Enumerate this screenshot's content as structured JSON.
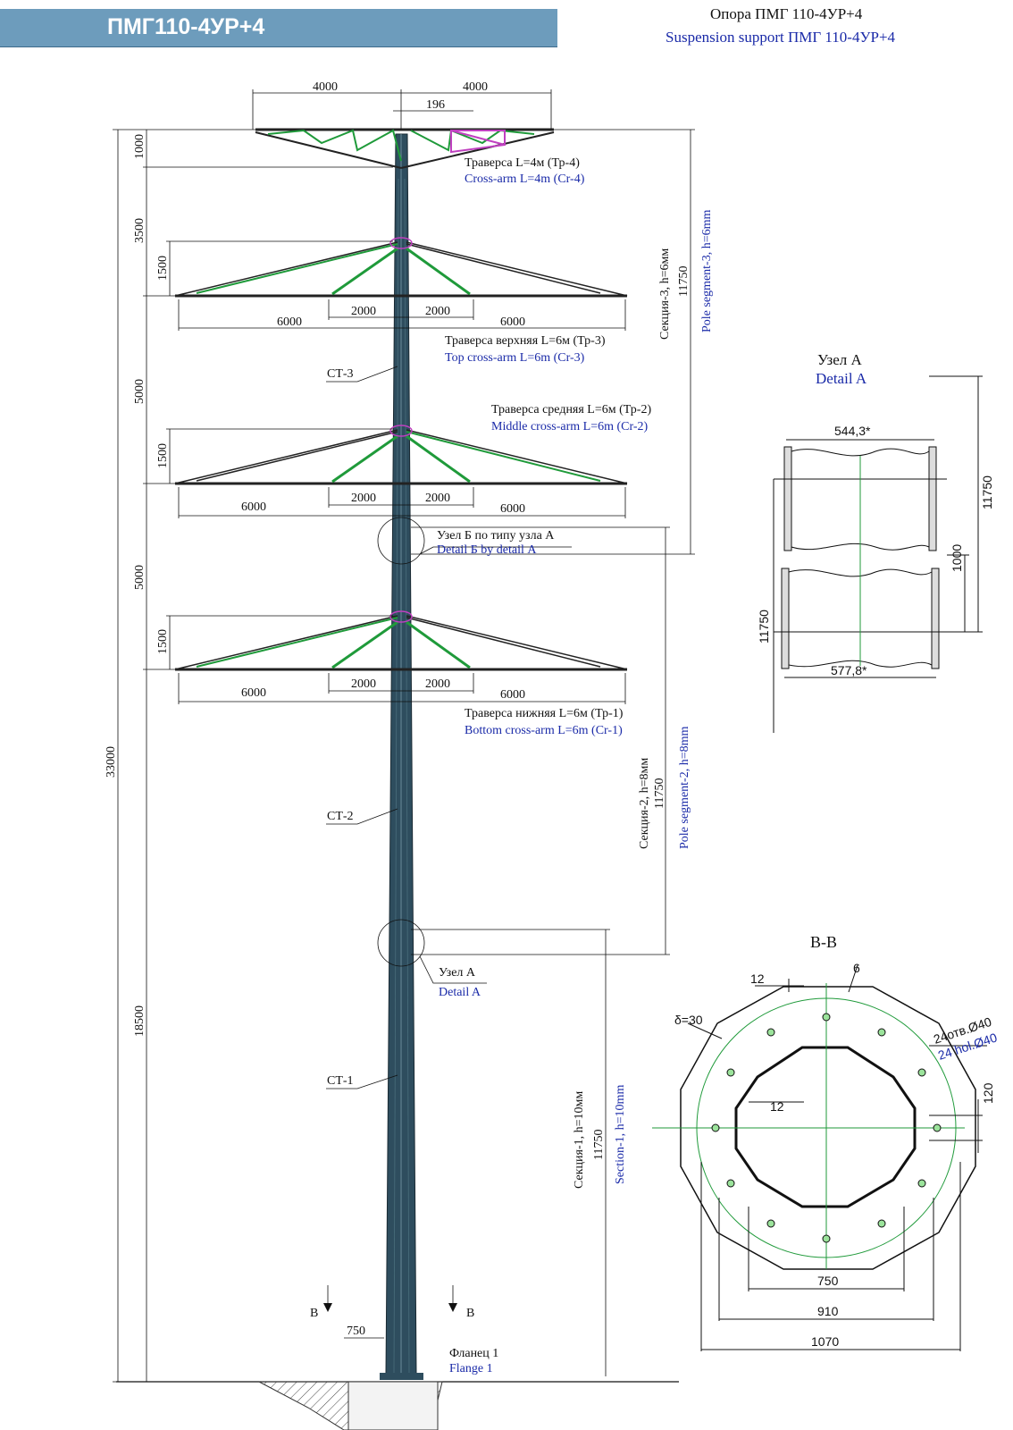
{
  "header": {
    "code": "ПМГ110-4УР+4",
    "title_ru": "Опора ПМГ 110-4УР+4",
    "title_en": "Suspension support ПМГ 110-4УР+4"
  },
  "dims": {
    "top_left": "4000",
    "top_right": "4000",
    "top_gap": "196",
    "h_1000": "1000",
    "h_3500": "3500",
    "h_1500_a": "1500",
    "h_5000_a": "5000",
    "h_1500_b": "1500",
    "h_5000_b": "5000",
    "h_1500_c": "1500",
    "h_33000": "33000",
    "h_18500": "18500",
    "arm3_l6000": "6000",
    "arm3_l2000": "2000",
    "arm3_r2000": "2000",
    "arm3_r6000": "6000",
    "arm2_l6000": "6000",
    "arm2_l2000": "2000",
    "arm2_r2000": "2000",
    "arm2_r6000": "6000",
    "arm1_l6000": "6000",
    "arm1_l2000": "2000",
    "arm1_r2000": "2000",
    "arm1_r6000": "6000",
    "base_750": "750"
  },
  "labels": {
    "cr4_ru": "Траверса L=4м (Тр-4)",
    "cr4_en": "Cross-arm L=4m (Cr-4)",
    "cr3_ru": "Траверса верхняя L=6м (Тр-3)",
    "cr3_en": "Top cross-arm L=6m (Cr-3)",
    "cr2_ru": "Траверса средняя L=6м (Тр-2)",
    "cr2_en": "Middle  cross-arm L=6m (Cr-2)",
    "cr1_ru": "Траверса нижняя L=6м (Тр-1)",
    "cr1_en": "Bottom cross-arm L=6m (Cr-1)",
    "ct3": "СТ-3",
    "ct2": "СТ-2",
    "ct1": "СТ-1",
    "node_b_ru": "Узел Б по типу узла А",
    "node_b_en": "Detail Б by detail А",
    "node_a_ru": "Узел А",
    "node_a_en": "Detail A",
    "sec3_ru": "Секция-3, h=6мм",
    "sec3_len": "11750",
    "sec3_en": "Pole segment-3, h=6mm",
    "sec2_ru": "Секция-2, h=8мм",
    "sec2_len": "11750",
    "sec2_en": "Pole segment-2, h=8mm",
    "sec1_ru": "Секция-1, h=10мм",
    "sec1_len": "11750",
    "sec1_en": "Section-1, h=10mm",
    "cut_b_left": "В",
    "cut_b_right": "В",
    "flange_ru": "Фланец 1",
    "flange_en": "Flange 1"
  },
  "detail_a": {
    "title_ru": "Узел А",
    "title_en": "Detail A",
    "top_width": "544,3*",
    "bottom_width": "577,8*",
    "gap": "1000",
    "len_right": "11750",
    "len_left": "11750"
  },
  "section_bb": {
    "title": "В-В",
    "d750": "750",
    "d910": "910",
    "d1070": "1070",
    "t12_top": "12",
    "t12_mid": "12",
    "t6": "6",
    "delta": "δ=30",
    "holes_ru": "24отв.Ø40",
    "holes_en": "24 hol.Ø40",
    "d120": "120"
  },
  "colors": {
    "steel": "#2e4d5e",
    "brace": "#1f9a3a",
    "highlight": "#c040c0",
    "english": "#1a2aa8",
    "banner": "#6d9cbc"
  }
}
